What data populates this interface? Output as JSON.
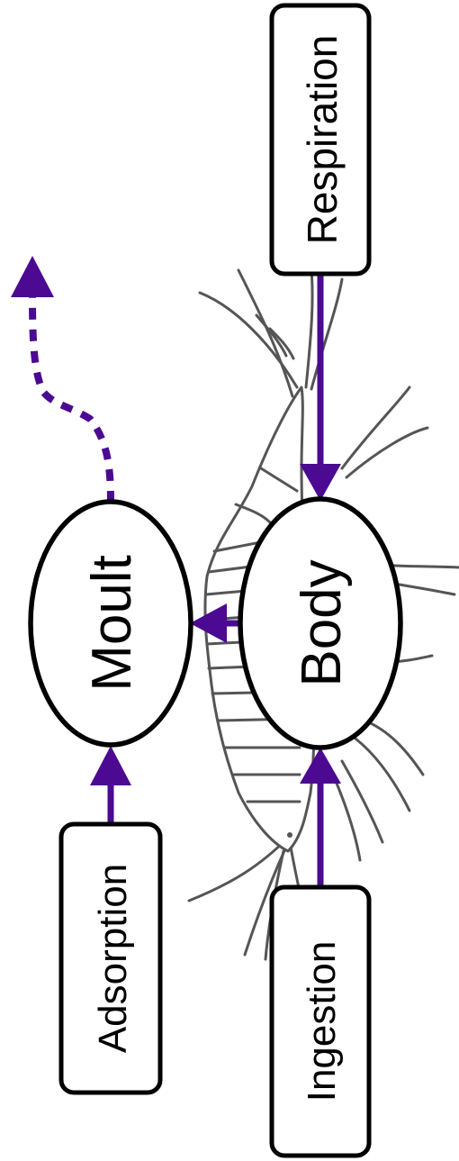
{
  "nodes": {
    "respiration": "Respiration",
    "body": "Body",
    "moult": "Moult",
    "adsorption": "Adsorption",
    "ingestion": "Ingestion"
  },
  "colors": {
    "arrow": "#4b0a91",
    "outline": "#000000",
    "organism": "#555555"
  }
}
